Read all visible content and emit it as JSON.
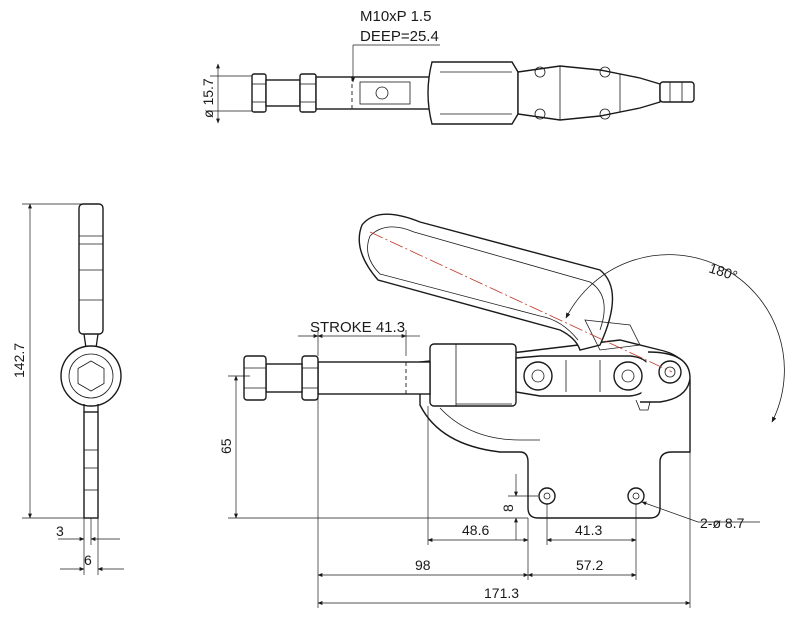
{
  "labels": {
    "thread": "M10xP 1.5",
    "deep": "DEEP=25.4",
    "dia_plunger": "ø 15.7",
    "angle": "180°",
    "stroke": "STROKE 41.3",
    "height_total": "142.7",
    "height_65": "65",
    "dim_8": "8",
    "dim_3": "3",
    "dim_6": "6",
    "dim_48_6": "48.6",
    "dim_41_3": "41.3",
    "dim_98": "98",
    "dim_57_2": "57.2",
    "dim_171_3": "171.3",
    "holes": "2-ø 8.7"
  }
}
